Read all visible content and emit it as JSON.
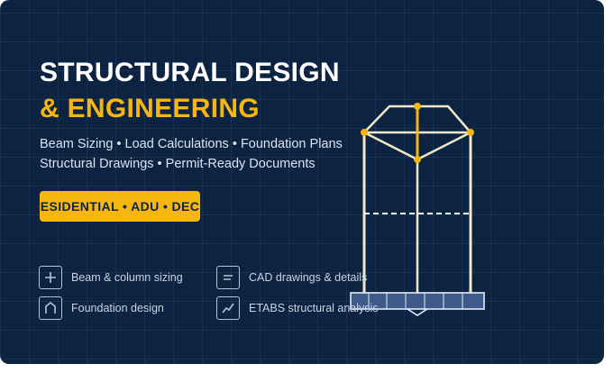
{
  "headline": {
    "line1": "STRUCTURAL DESIGN",
    "line2_amp": "&",
    "line2_word": "ENGINEERING"
  },
  "subtitle": {
    "line1": "Beam Sizing • Load Calculations • Foundation Plans",
    "line2": "Structural Drawings • Permit-Ready Documents"
  },
  "badge": {
    "text": "RESIDENTIAL • ADU • DECK"
  },
  "features": [
    {
      "label": "Beam & column sizing",
      "icon": "plus-icon"
    },
    {
      "label": "CAD drawings & details",
      "icon": "lines-icon"
    },
    {
      "label": "Foundation design",
      "icon": "arch-icon"
    },
    {
      "label": "ETABS structural analysis",
      "icon": "chart-icon"
    }
  ],
  "colors": {
    "background": "#0d2342",
    "accent": "#f5b70f",
    "text": "#ffffff",
    "muted_text": "#c9d3e1",
    "structure_line": "#f3e7c9",
    "footing_fill": "#3d5a8a"
  }
}
